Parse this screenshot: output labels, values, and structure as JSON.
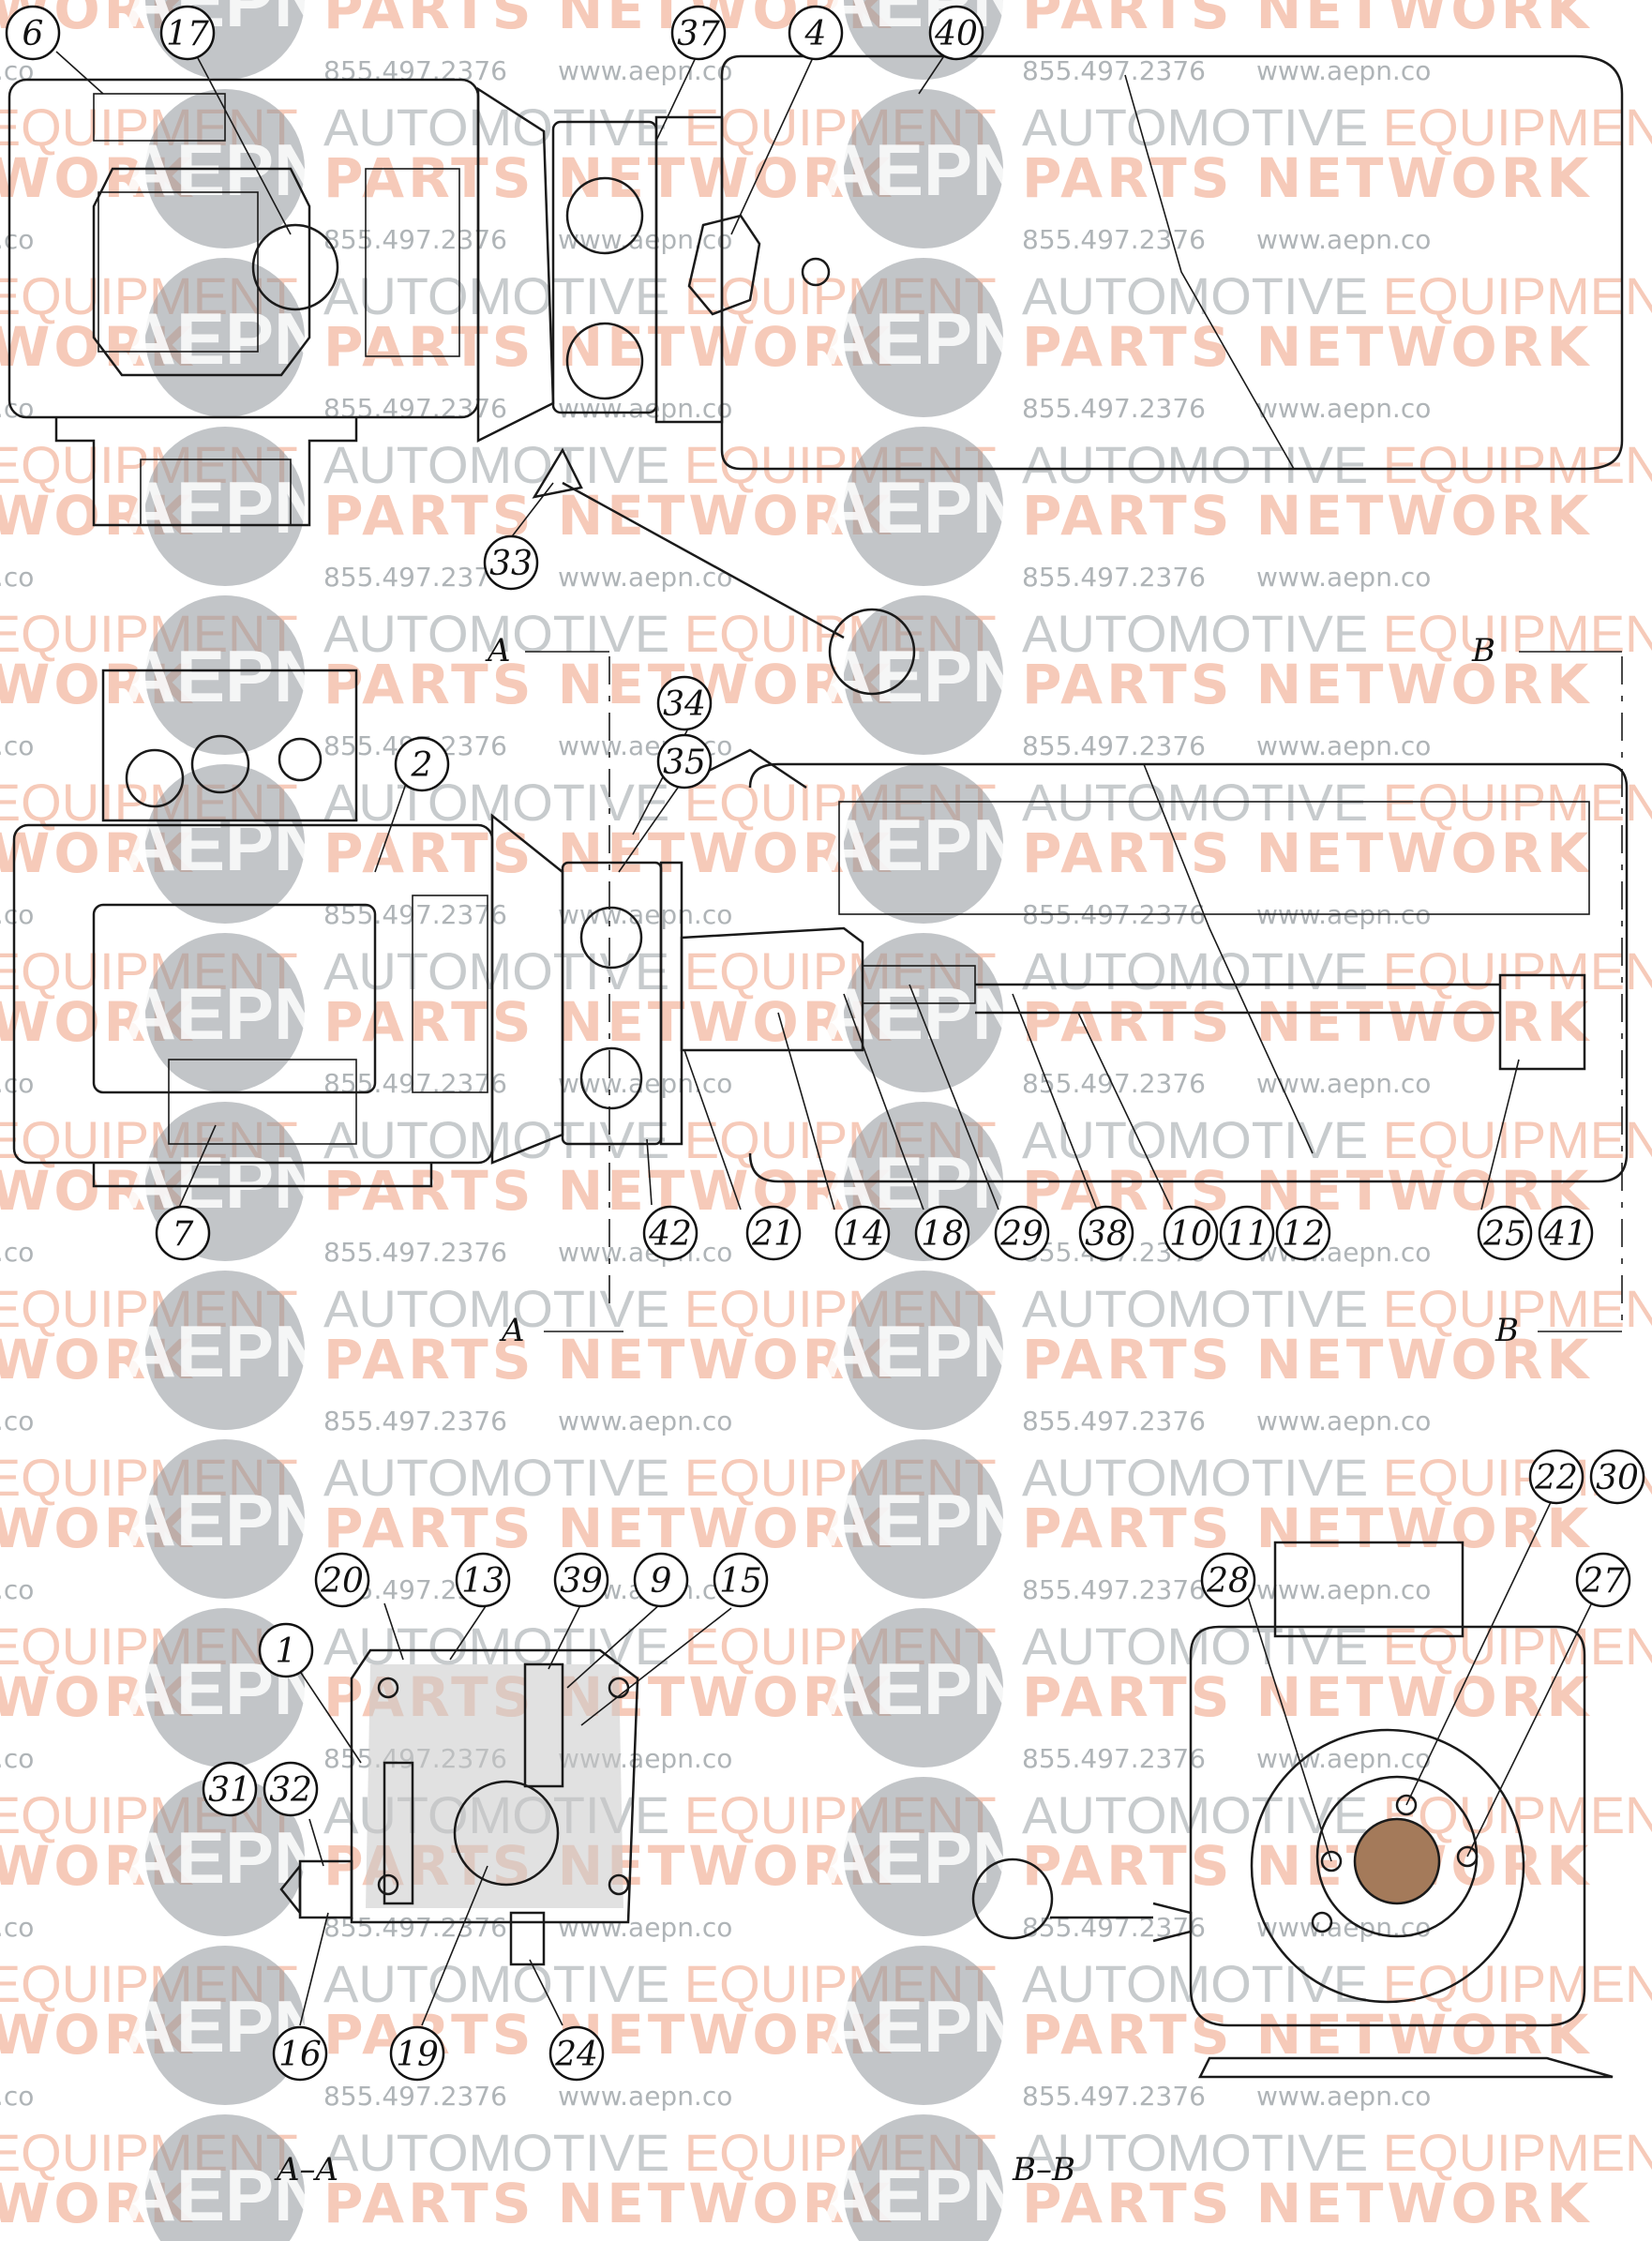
{
  "watermark": {
    "logo": "AEPN",
    "line1_a": "AUTOMOTIVE",
    "line1_b": "EQUIPMENT",
    "line2": "PARTS NETWORK",
    "phone": "855.497.2376",
    "url": "www.aepn.co",
    "colors": {
      "gray": "#9aa1a6",
      "salmon": "#f0a081",
      "logo_disc": "#8f969b"
    }
  },
  "section_labels": {
    "a_top": "A",
    "a_bottom": "A",
    "b_top": "B",
    "b_bottom": "B",
    "view_aa": "A–A",
    "view_bb": "B–B"
  },
  "callouts": {
    "c6": "6",
    "c17": "17",
    "c37": "37",
    "c4": "4",
    "c40": "40",
    "c33": "33",
    "c34": "34",
    "c35": "35",
    "c2": "2",
    "c7": "7",
    "c42": "42",
    "c21": "21",
    "c14": "14",
    "c18": "18",
    "c29": "29",
    "c38": "38",
    "c10": "10",
    "c11": "11",
    "c12": "12",
    "c25": "25",
    "c41": "41",
    "c20": "20",
    "c13": "13",
    "c39": "39",
    "c9": "9",
    "c15": "15",
    "c1": "1",
    "c31": "31",
    "c32": "32",
    "c16": "16",
    "c19": "19",
    "c24": "24",
    "c28": "28",
    "c22": "22",
    "c30": "30",
    "c27": "27"
  }
}
